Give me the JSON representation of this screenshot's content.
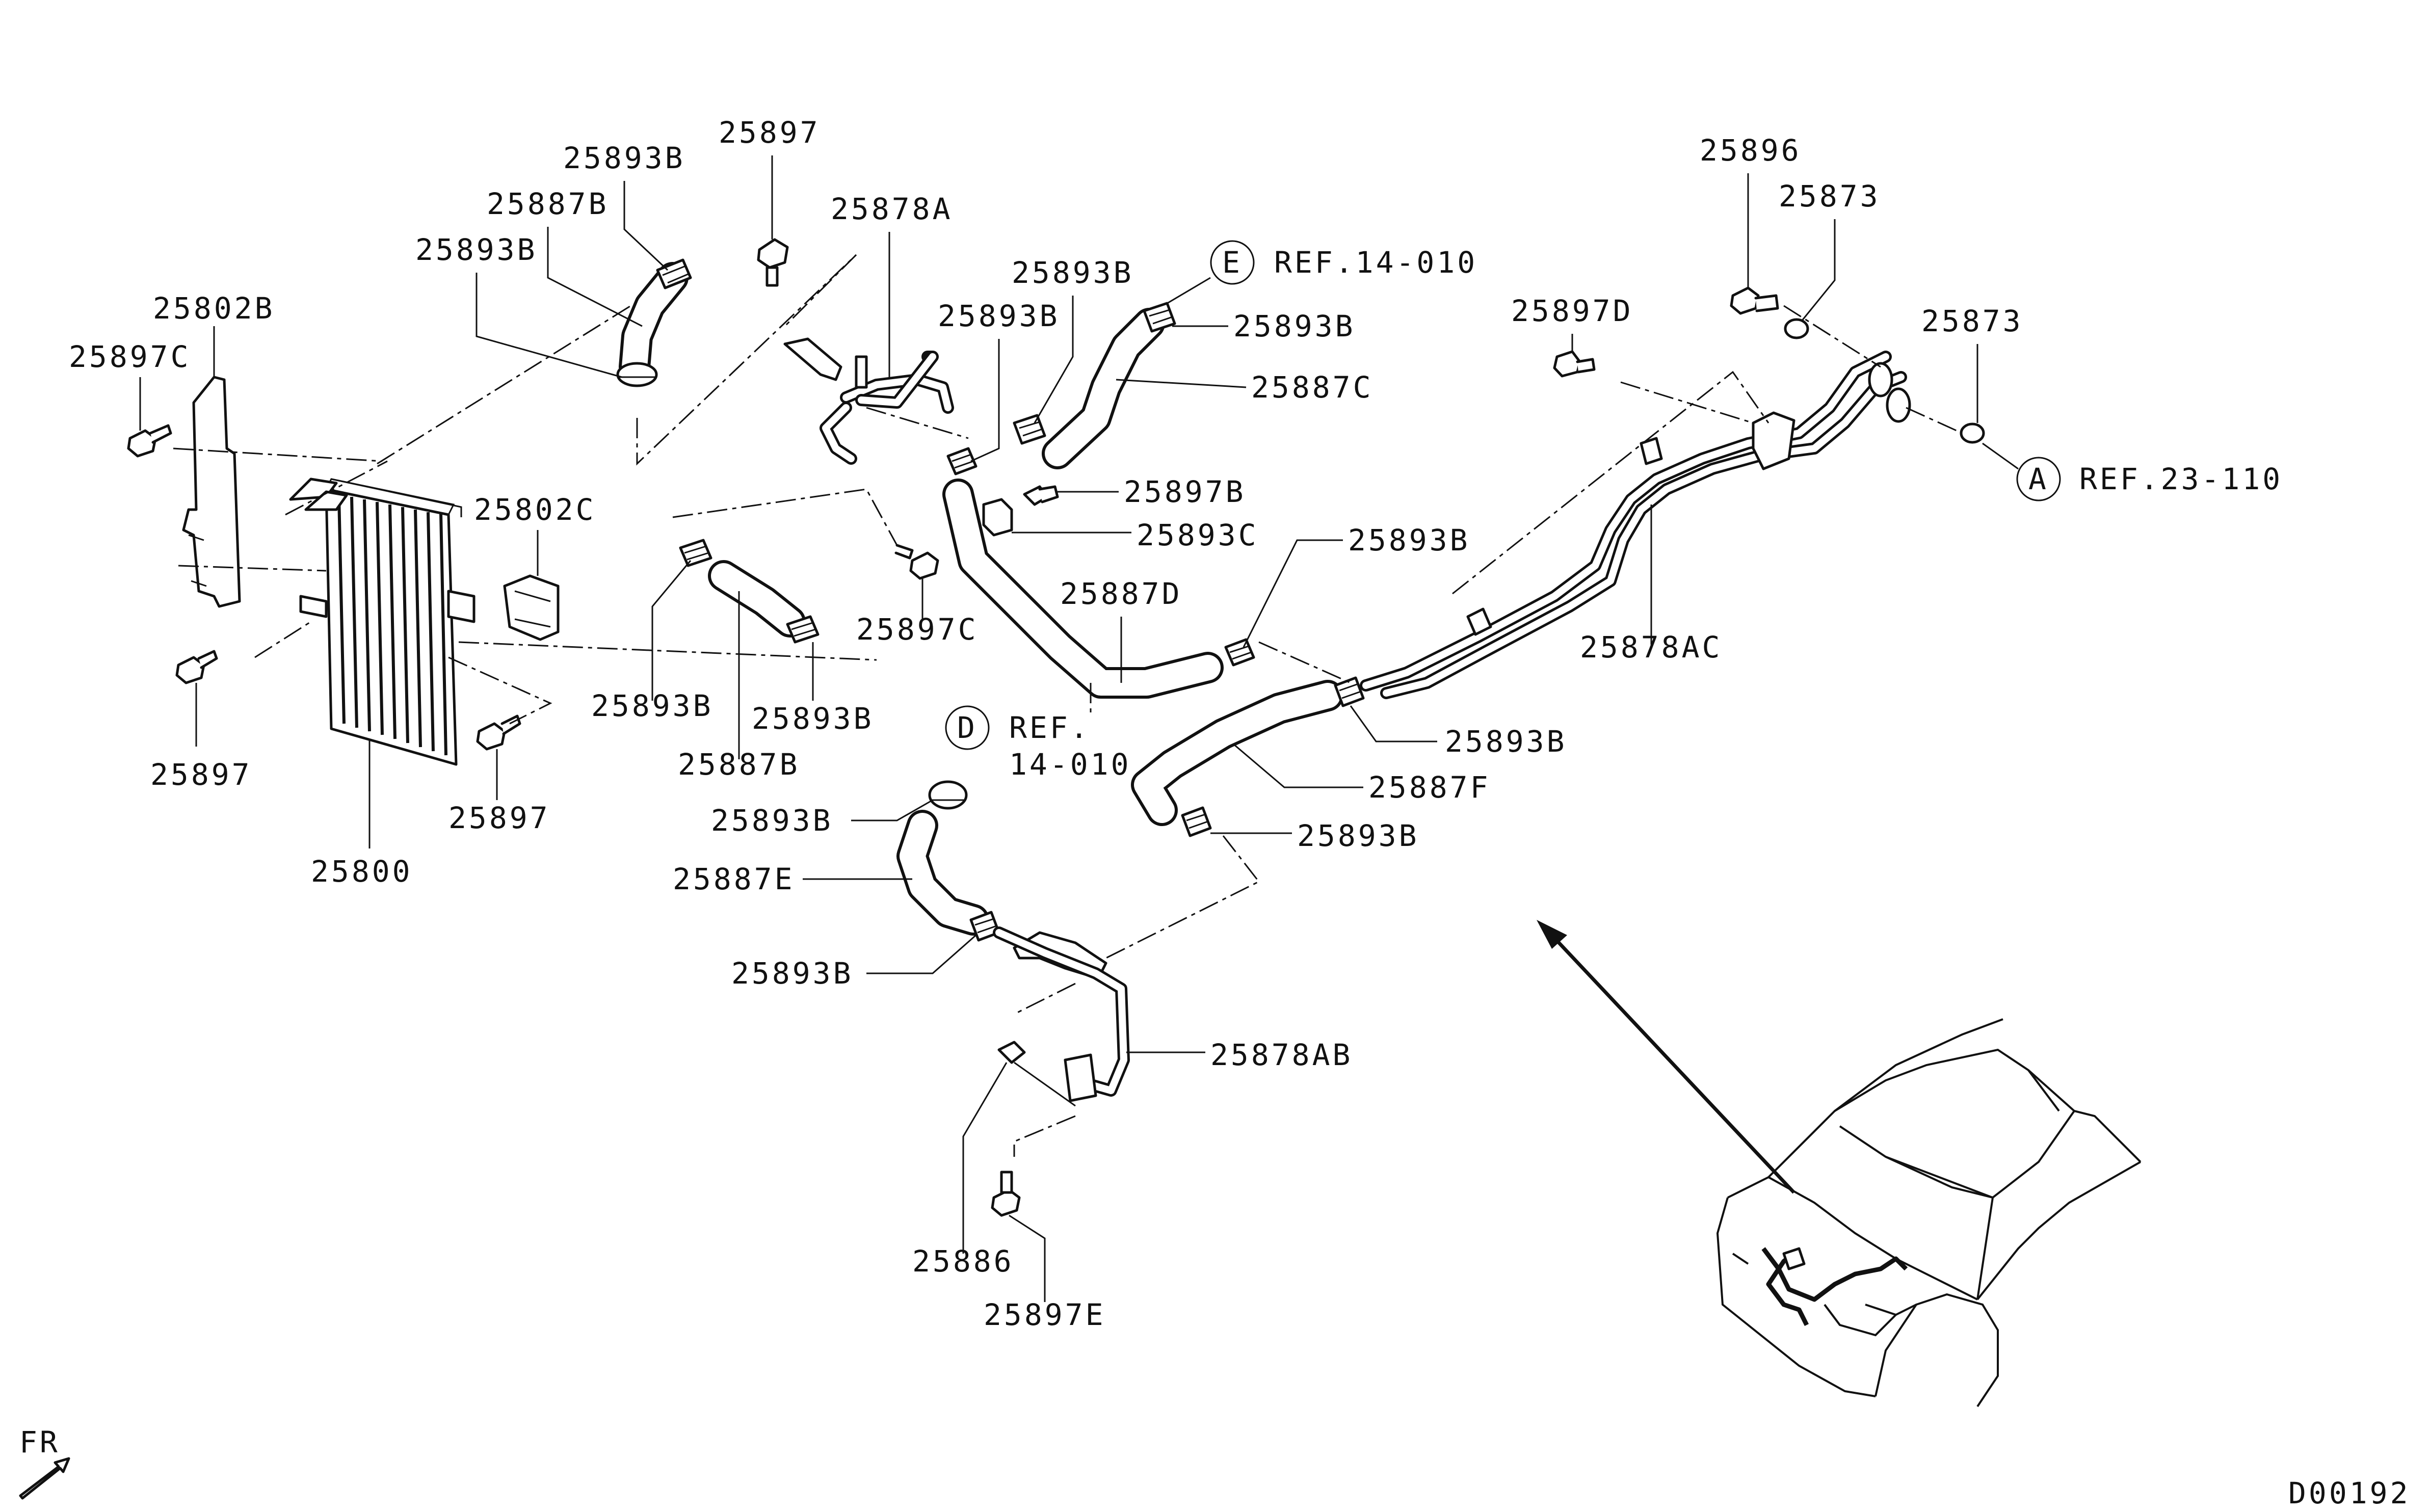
{
  "labels": {
    "p25897_top": "25897",
    "p25893B_a": "25893B",
    "p25887B_a": "25887B",
    "p25893B_b": "25893B",
    "p25878A": "25878A",
    "p25802B": "25802B",
    "p25897C_a": "25897C",
    "p25893B_c": "25893B",
    "p25893B_d": "25893B",
    "p25893B_e": "25893B",
    "p25887C": "25887C",
    "p25897B": "25897B",
    "p25893C": "25893C",
    "p25802C": "25802C",
    "p25887D": "25887D",
    "p25897C_b": "25897C",
    "p25893B_f": "25893B",
    "p25893B_g": "25893B",
    "p25887B_b": "25887B",
    "p25897_a": "25897",
    "p25897_b": "25897",
    "p25800": "25800",
    "p25893B_h": "25893B",
    "p25893B_i": "25893B",
    "p25887F": "25887F",
    "p25893B_j": "25893B",
    "p25893B_k": "25893B",
    "p25887E": "25887E",
    "p25893B_l": "25893B",
    "p25878AB": "25878AB",
    "p25886": "25886",
    "p25897E": "25897E",
    "p25896": "25896",
    "p25873_a": "25873",
    "p25873_b": "25873",
    "p25897D": "25897D",
    "p25878AC": "25878AC"
  },
  "references": {
    "E": {
      "letter": "E",
      "text": "REF.14-010"
    },
    "D": {
      "letter": "D",
      "line1": "REF.",
      "line2": "14-010"
    },
    "A": {
      "letter": "A",
      "text": "REF.23-110"
    }
  },
  "orientation": {
    "text": "FR"
  },
  "diagram_code": "D00192"
}
